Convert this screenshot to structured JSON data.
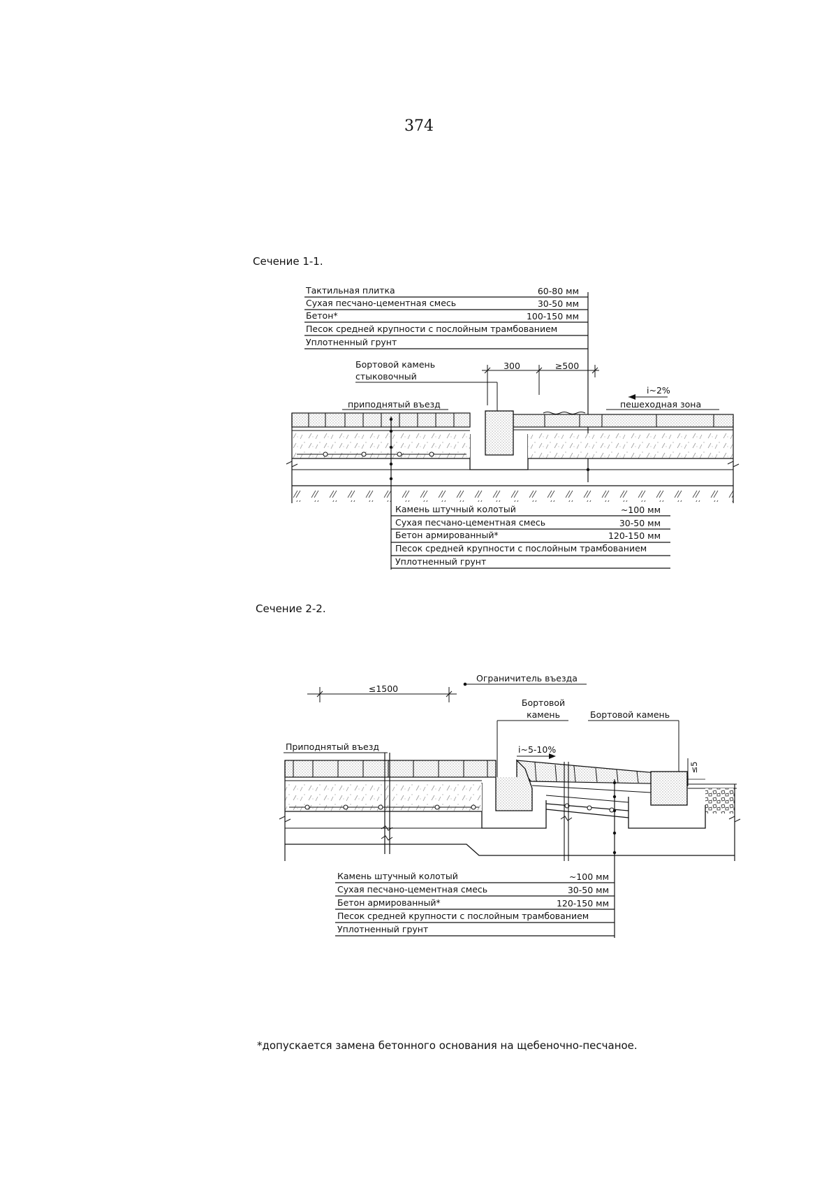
{
  "page_number": "374",
  "footnote": "*допускается замена бетонного основания на щебеночно-песчаное.",
  "section1": {
    "title": "Сечение 1-1.",
    "top_layers": [
      {
        "name": "Тактильная плитка",
        "value": "60-80 мм"
      },
      {
        "name": "Сухая песчано-цементная смесь",
        "value": "30-50 мм"
      },
      {
        "name": "Бетон*",
        "value": "100-150 мм"
      },
      {
        "name": "Песок средней крупности с послойным трамбованием",
        "value": ""
      },
      {
        "name": "Уплотненный грунт",
        "value": ""
      }
    ],
    "curb_label_1": "Бортовой камень",
    "curb_label_2": "стыковочный",
    "dim_1": "300",
    "dim_2": "≥500",
    "slope": "i~2%",
    "left_zone": "приподнятый въезд",
    "right_zone": "пешеходная зона",
    "bottom_layers": [
      {
        "name": "Камень штучный колотый",
        "value": "~100 мм"
      },
      {
        "name": "Сухая песчано-цементная смесь",
        "value": "30-50 мм"
      },
      {
        "name": "Бетон армированный*",
        "value": "120-150 мм"
      },
      {
        "name": "Песок средней крупности с послойным трамбованием",
        "value": ""
      },
      {
        "name": "Уплотненный грунт",
        "value": ""
      }
    ]
  },
  "section2": {
    "title": "Сечение 2-2.",
    "dim_1": "≤1500",
    "limiter": "Ограничитель въезда",
    "curb_1_line1": "Бортовой",
    "curb_1_line2": "камень",
    "curb_2": "Бортовой камень",
    "raised": "Приподнятый въезд",
    "slope": "i~5-10%",
    "dim_2": "≤5",
    "bottom_layers": [
      {
        "name": "Камень штучный колотый",
        "value": "~100 мм"
      },
      {
        "name": "Сухая песчано-цементная смесь",
        "value": "30-50 мм"
      },
      {
        "name": "Бетон армированный*",
        "value": "120-150 мм"
      },
      {
        "name": "Песок средней крупности с послойным трамбованием",
        "value": ""
      },
      {
        "name": "Уплотненный грунт",
        "value": ""
      }
    ]
  }
}
